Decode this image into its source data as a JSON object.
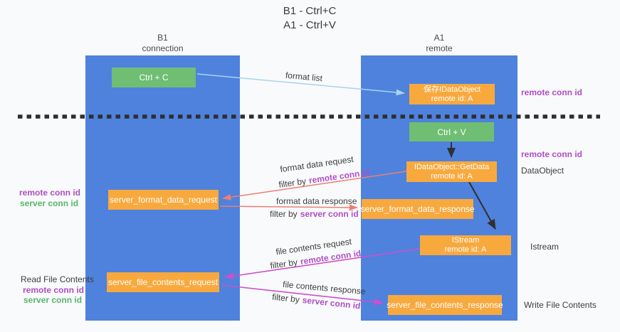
{
  "title": {
    "line1": "B1 - Ctrl+C",
    "line2": "A1 - Ctrl+V"
  },
  "columns": {
    "left": {
      "name": "B1",
      "role": "connection"
    },
    "right": {
      "name": "A1",
      "role": "remote"
    }
  },
  "nodes": {
    "ctrl_c": {
      "label": "Ctrl + C"
    },
    "save_idataobject": {
      "line1": "保存IDataObject",
      "line2": "remote id: A"
    },
    "ctrl_v": {
      "label": "Ctrl + V"
    },
    "getdata": {
      "line1": "IDataObject::GetData",
      "line2": "remote id: A"
    },
    "format_request": {
      "label": "server_format_data_request"
    },
    "format_response": {
      "label": "server_format_data_response"
    },
    "istream": {
      "line1": "IStream",
      "line2": "remote id: A"
    },
    "file_request": {
      "label": "server_file_contents_request"
    },
    "file_response": {
      "label": "server_file_contents_response"
    }
  },
  "side_labels": {
    "remote_conn_id": "remote conn id",
    "server_conn_id": "server conn id",
    "dataobject": "DataObject",
    "istream": "Istream",
    "read_file_contents": "Read File Contents",
    "write_file_contents": "Write File Contents"
  },
  "arrow_labels": {
    "format_list": "format list",
    "format_data_request": "format data request",
    "format_data_response": "format data response",
    "file_contents_request": "file contents request",
    "file_contents_response": "file contents response",
    "filter_by": "filter by",
    "remote_conn_id": "remote conn id",
    "server_conn_id": "server conn id"
  },
  "colors": {
    "column_blue": "#4E82DD",
    "box_orange": "#F8A93E",
    "box_green": "#6FBE73",
    "remote_conn_purple": "#AE4FC4",
    "server_conn_green": "#57B66A",
    "arrow_salmon": "#EE7E72",
    "arrow_magenta": "#CE4FCE",
    "arrow_lightblue": "#A9D3EF",
    "arrow_black": "#303030",
    "dashed_line": "#2E2E2E"
  }
}
